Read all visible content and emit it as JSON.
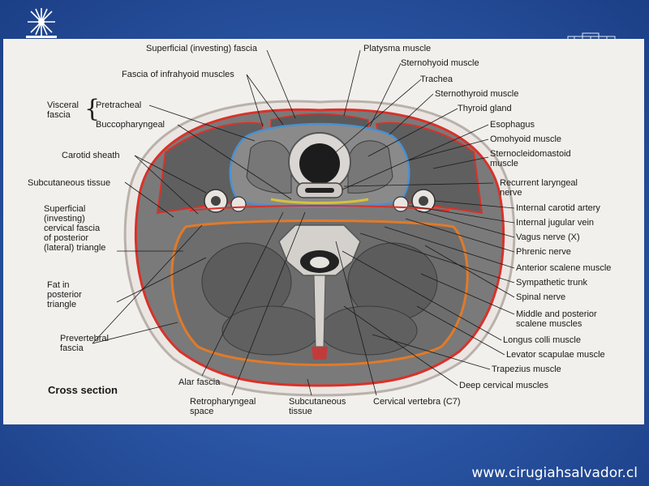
{
  "labels": {
    "superficial_investing_fascia": "Superficial (investing) fascia",
    "platysma_muscle": "Platysma muscle",
    "sternohyoid_muscle": "Sternohyoid muscle",
    "fascia_infrahyoid": "Fascia of infrahyoid muscles",
    "trachea": "Trachea",
    "sternothyroid_muscle": "Sternothyroid muscle",
    "visceral_fascia": "Visceral\nfascia",
    "pretracheal": "Pretracheal",
    "thyroid_gland": "Thyroid gland",
    "buccopharyngeal": "Buccopharyngeal",
    "esophagus": "Esophagus",
    "omohyoid_muscle": "Omohyoid muscle",
    "carotid_sheath": "Carotid sheath",
    "sternocleidomastoid": "Sternocleidomastoid\nmuscle",
    "subcutaneous_tissue_left": "Subcutaneous tissue",
    "recurrent_laryngeal_nerve": "Recurrent laryngeal\nnerve",
    "superficial_cervical_fascia": "Superficial\n(investing)\ncervical fascia\nof posterior\n(lateral) triangle",
    "internal_carotid_artery": "Internal carotid artery",
    "internal_jugular_vein": "Internal jugular vein",
    "vagus_nerve": "Vagus nerve (X)",
    "phrenic_nerve": "Phrenic nerve",
    "fat_posterior_triangle": "Fat in\nposterior\ntriangle",
    "anterior_scalene_muscle": "Anterior scalene muscle",
    "sympathetic_trunk": "Sympathetic trunk",
    "spinal_nerve": "Spinal nerve",
    "prevertebral_fascia": "Prevertebral\nfascia",
    "middle_posterior_scalene": "Middle and posterior\nscalene muscles",
    "longus_colli_muscle": "Longus colli muscle",
    "levator_scapulae_muscle": "Levator scapulae muscle",
    "trapezius_muscle": "Trapezius muscle",
    "cross_section": "Cross section",
    "deep_cervical_muscles": "Deep cervical muscles",
    "alar_fascia": "Alar fascia",
    "retropharyngeal_space": "Retropharyngeal\nspace",
    "subcutaneous_tissue_bottom": "Subcutaneous\ntissue",
    "cervical_vertebra": "Cervical vertebra (C7)"
  },
  "footer_url": "www.cirugiahsalvador.cl",
  "colors": {
    "background": "#2b57a6",
    "panel": "#f2f0ec",
    "fascia_red": "#d8322a",
    "fascia_blue": "#4a90d0",
    "fascia_orange": "#e07a2a",
    "muscle_gray": "#6b6b6b"
  },
  "icons": {
    "logo": "sunburst-logo-icon",
    "corner": "hospital-building-icon"
  }
}
